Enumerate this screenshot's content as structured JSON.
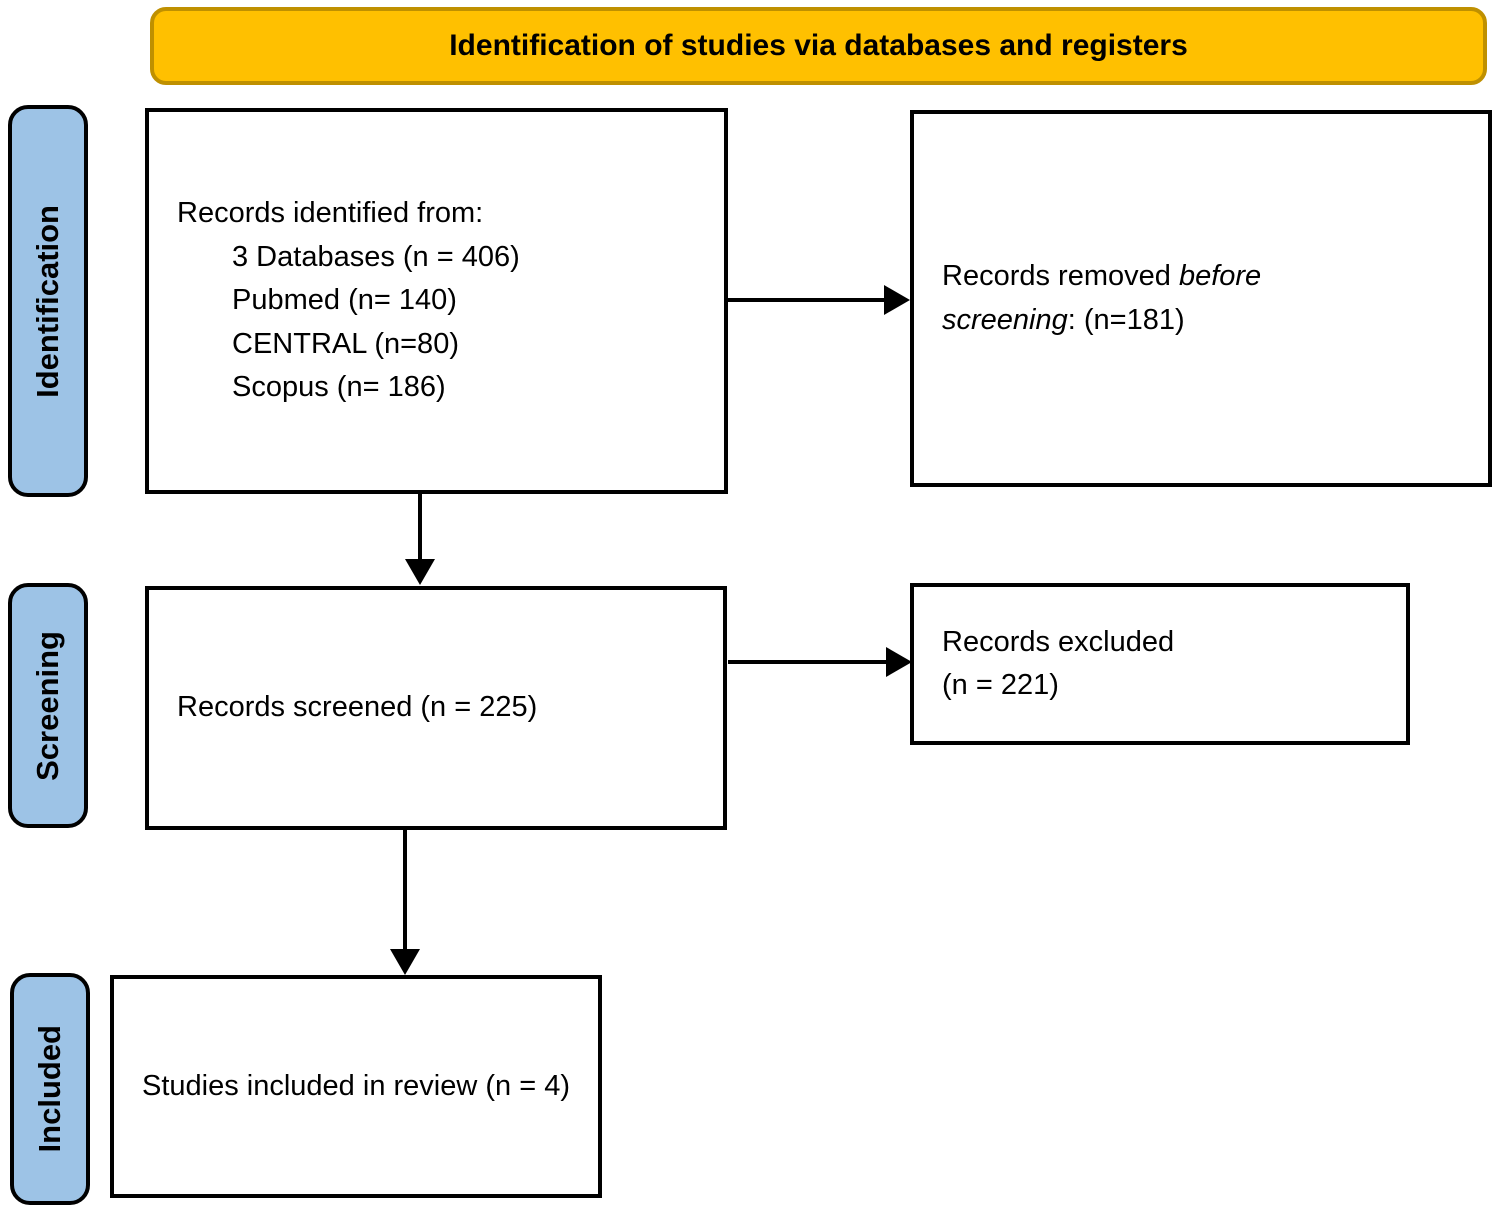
{
  "banner": {
    "title": "Identification of studies via databases and registers"
  },
  "stages": {
    "identification": "Identification",
    "screening": "Screening",
    "included": "Included"
  },
  "boxes": {
    "identified": {
      "line1": "Records identified from:",
      "items": [
        "3 Databases (n = 406)",
        "Pubmed (n= 140)",
        "CENTRAL (n=80)",
        "Scopus (n= 186)"
      ]
    },
    "removed": {
      "prefix": "Records removed ",
      "italic": "before screening",
      "suffix": ": (n=181)"
    },
    "screened": {
      "text": "Records screened (n = 225)"
    },
    "excluded": {
      "line1": "Records excluded",
      "line2": "(n = 221)"
    },
    "included": {
      "text": "Studies included in review (n = 4)"
    }
  },
  "colors": {
    "banner_fill": "#FFC000",
    "banner_border": "#BF9000",
    "stage_fill": "#9DC3E6",
    "box_border": "#000000",
    "text": "#000000",
    "background": "#FFFFFF"
  }
}
